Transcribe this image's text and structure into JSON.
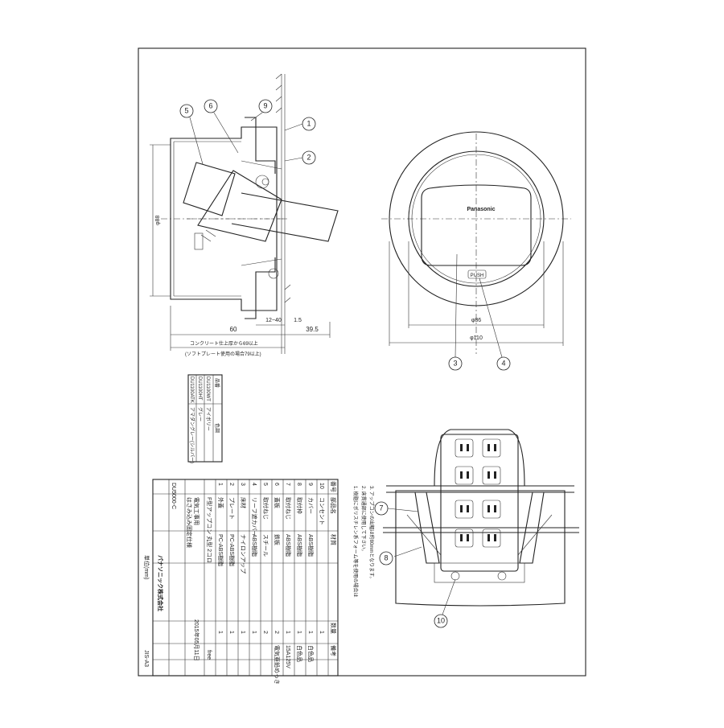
{
  "brand": "Panasonic",
  "cover_label": "PUSH",
  "callouts": [
    "1",
    "2",
    "3",
    "4",
    "5",
    "6",
    "7",
    "8",
    "9",
    "10"
  ],
  "dimensions": {
    "side_height": "φ88",
    "side_depth": "60",
    "side_rim": "39.5",
    "side_range": "12~40",
    "side_gap": "1.5",
    "top_inner": "φ86",
    "top_outer": "φ110"
  },
  "side_notes": [
    "コンクリート仕上厚から69以上",
    "(ソフトプレート使用の場合79以上)"
  ],
  "variant_table": {
    "headers": [
      "品番",
      "色調"
    ],
    "rows": [
      [
        "DU1100WT",
        "アイボリー"
      ],
      [
        "DU1100HT",
        "グレー"
      ],
      [
        "DU1100ATK",
        "アマダングレー(シルバー)"
      ]
    ]
  },
  "notes": [
    "3. アップコンの出幅は約80mmとなります。",
    "2. 床貫通部に使用して下さい。",
    "1. 樹脂にポリスチレン系フォーム等を使用の場合は"
  ],
  "parts_table": {
    "headers": [
      "番号",
      "部品名",
      "材質",
      "数量",
      "備考"
    ],
    "rows": [
      [
        "10",
        "コンセント",
        "",
        "1",
        ""
      ],
      [
        "9",
        "カバー",
        "ABS樹脂",
        "1",
        "白色品"
      ],
      [
        "8",
        "取付枠",
        "ABS樹脂",
        "1",
        "白色品"
      ],
      [
        "7",
        "取付ねじ",
        "ABS樹脂",
        "1",
        "15A125V"
      ],
      [
        "6",
        "蓋板",
        "鉄板",
        "2",
        "電気亜鉛めっき"
      ],
      [
        "5",
        "取付ねじ",
        "スチール",
        "2",
        ""
      ],
      [
        "4",
        "リーフ遮カバー",
        "ABS樹脂",
        "1",
        ""
      ],
      [
        "3",
        "床材",
        "ナイロンアップ",
        "1",
        ""
      ],
      [
        "2",
        "プレート",
        "PC-ABS樹脂",
        "1",
        ""
      ],
      [
        "1",
        "外蓋",
        "PC-ABS樹脂",
        "1",
        ""
      ]
    ]
  },
  "title_block": {
    "product_name": "F型アップコン 丸型 2コロ",
    "subtitle_1": "電気工事用",
    "subtitle_2": "はさみ込み固定仕様",
    "drawing_no": "DU5000-C",
    "scale": "free",
    "date": "2015年05月11日",
    "company": "パナソニック株式会社",
    "unit_note": "単位(mm)",
    "sheet_code": "JIS-A3"
  },
  "colors": {
    "line": "#222222",
    "paper": "#ffffff"
  }
}
